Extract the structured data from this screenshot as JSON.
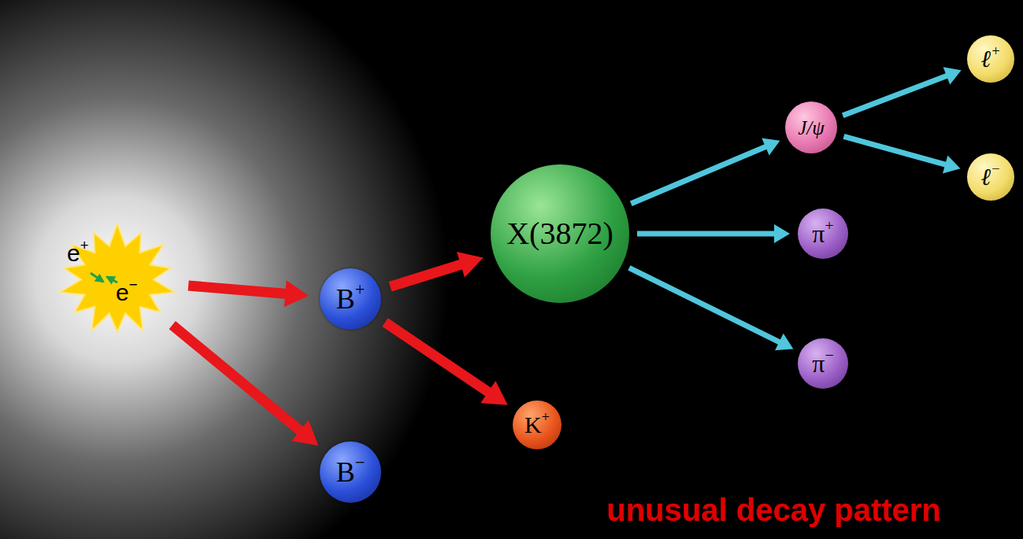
{
  "diagram": {
    "nodes": [
      {
        "text": [
          "e+",
          "e−"
        ]
      },
      {
        "text": [
          "B+"
        ]
      },
      {
        "text": [
          "B−"
        ]
      },
      {
        "text": [
          "X(3872)"
        ]
      },
      {
        "text": [
          "K+"
        ]
      },
      {
        "text": [
          "J/ψ"
        ]
      },
      {
        "text": [
          "π+"
        ]
      },
      {
        "text": [
          "π−"
        ]
      },
      {
        "text": [
          "ℓ+"
        ]
      },
      {
        "text": [
          "ℓ−"
        ]
      }
    ],
    "edges": [
      {
        "from": 0,
        "to": 1,
        "arrow": "to"
      },
      {
        "from": 0,
        "to": 2,
        "arrow": "to"
      },
      {
        "from": 1,
        "to": 3,
        "arrow": "to"
      },
      {
        "from": 1,
        "to": 4,
        "arrow": "to"
      },
      {
        "from": 3,
        "to": 5,
        "arrow": "to"
      },
      {
        "from": 3,
        "to": 6,
        "arrow": "to"
      },
      {
        "from": 3,
        "to": 7,
        "arrow": "to"
      },
      {
        "from": 5,
        "to": 8,
        "arrow": "to"
      },
      {
        "from": 5,
        "to": 9,
        "arrow": "to"
      }
    ],
    "labels": [
      "unusual decay pattern"
    ]
  }
}
